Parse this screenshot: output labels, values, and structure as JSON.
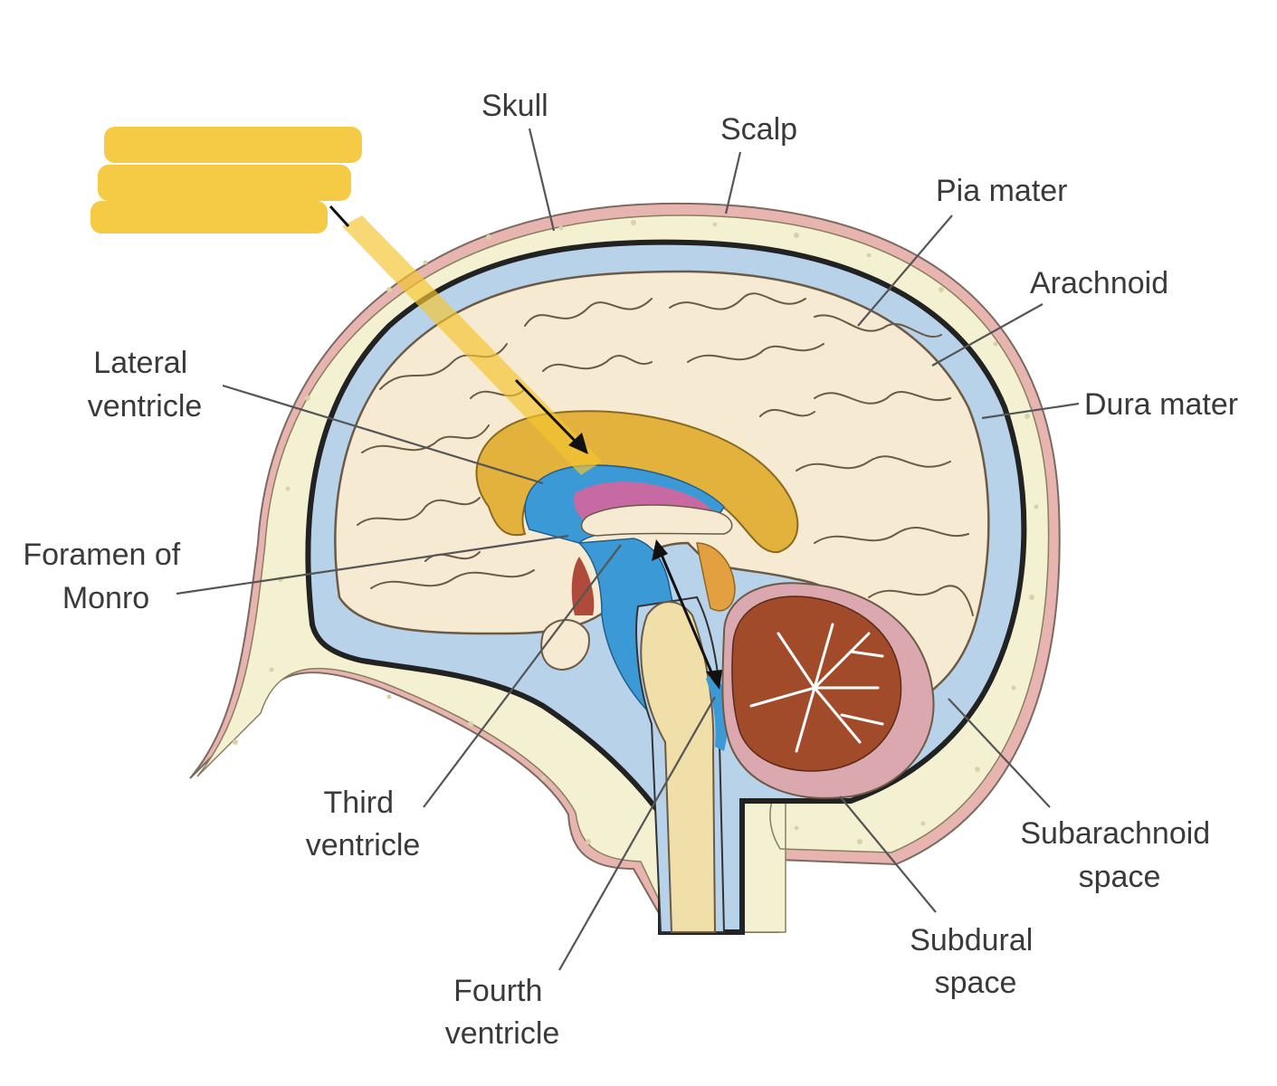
{
  "diagram": {
    "labels": {
      "skull": "Skull",
      "scalp": "Scalp",
      "pia_mater": "Pia mater",
      "arachnoid": "Arachnoid",
      "dura_mater": "Dura mater",
      "lateral_ventricle": [
        "Lateral",
        "ventricle"
      ],
      "foramen_of_monro": [
        "Foramen of",
        "Monro"
      ],
      "third_ventricle": [
        "Third",
        "ventricle"
      ],
      "fourth_ventricle": [
        "Fourth",
        "ventricle"
      ],
      "subarachnoid_space": [
        "Subarachnoid",
        "space"
      ],
      "subdural_space": [
        "Subdural",
        "space"
      ]
    },
    "colors": {
      "scalp": "#e8b4b0",
      "skull": "#f4f0d2",
      "csf_space": "#b8d2ea",
      "brain": "#f6ead2",
      "ventricle": "#3b9ad6",
      "corpus_callosum": "#e3b23c",
      "cerebellum": "#a24b2b",
      "highlight": "#f4c430",
      "choroid_plexus": "#e0609a"
    }
  }
}
